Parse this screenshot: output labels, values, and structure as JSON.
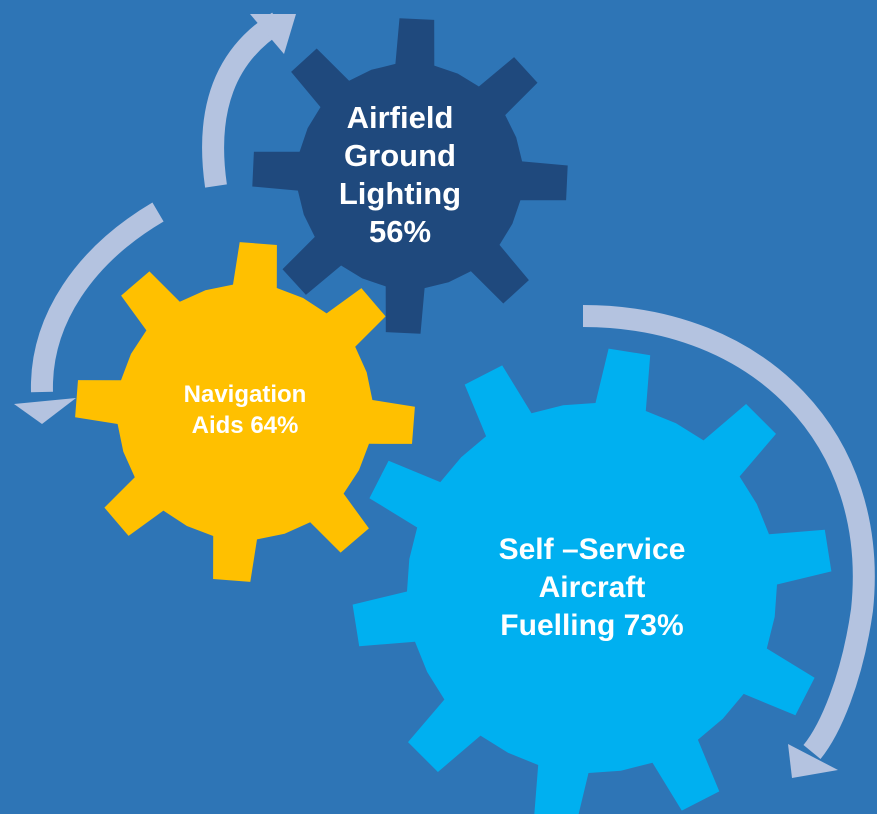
{
  "colors": {
    "background": "#2E75B6",
    "arrow": "#B4C3E0",
    "gear_airfield": "#1F497D",
    "gear_navaids": "#FFC000",
    "gear_fuelling": "#00B0F0",
    "text": "#FFFFFF"
  },
  "gears": {
    "airfield": {
      "lines": [
        "Airfield",
        "Ground",
        "Lighting",
        "56%"
      ]
    },
    "navaids": {
      "lines": [
        "Navigation",
        "Aids 64%"
      ]
    },
    "fuelling": {
      "lines": [
        "Self –Service",
        "Aircraft",
        "Fuelling 73%"
      ]
    }
  }
}
